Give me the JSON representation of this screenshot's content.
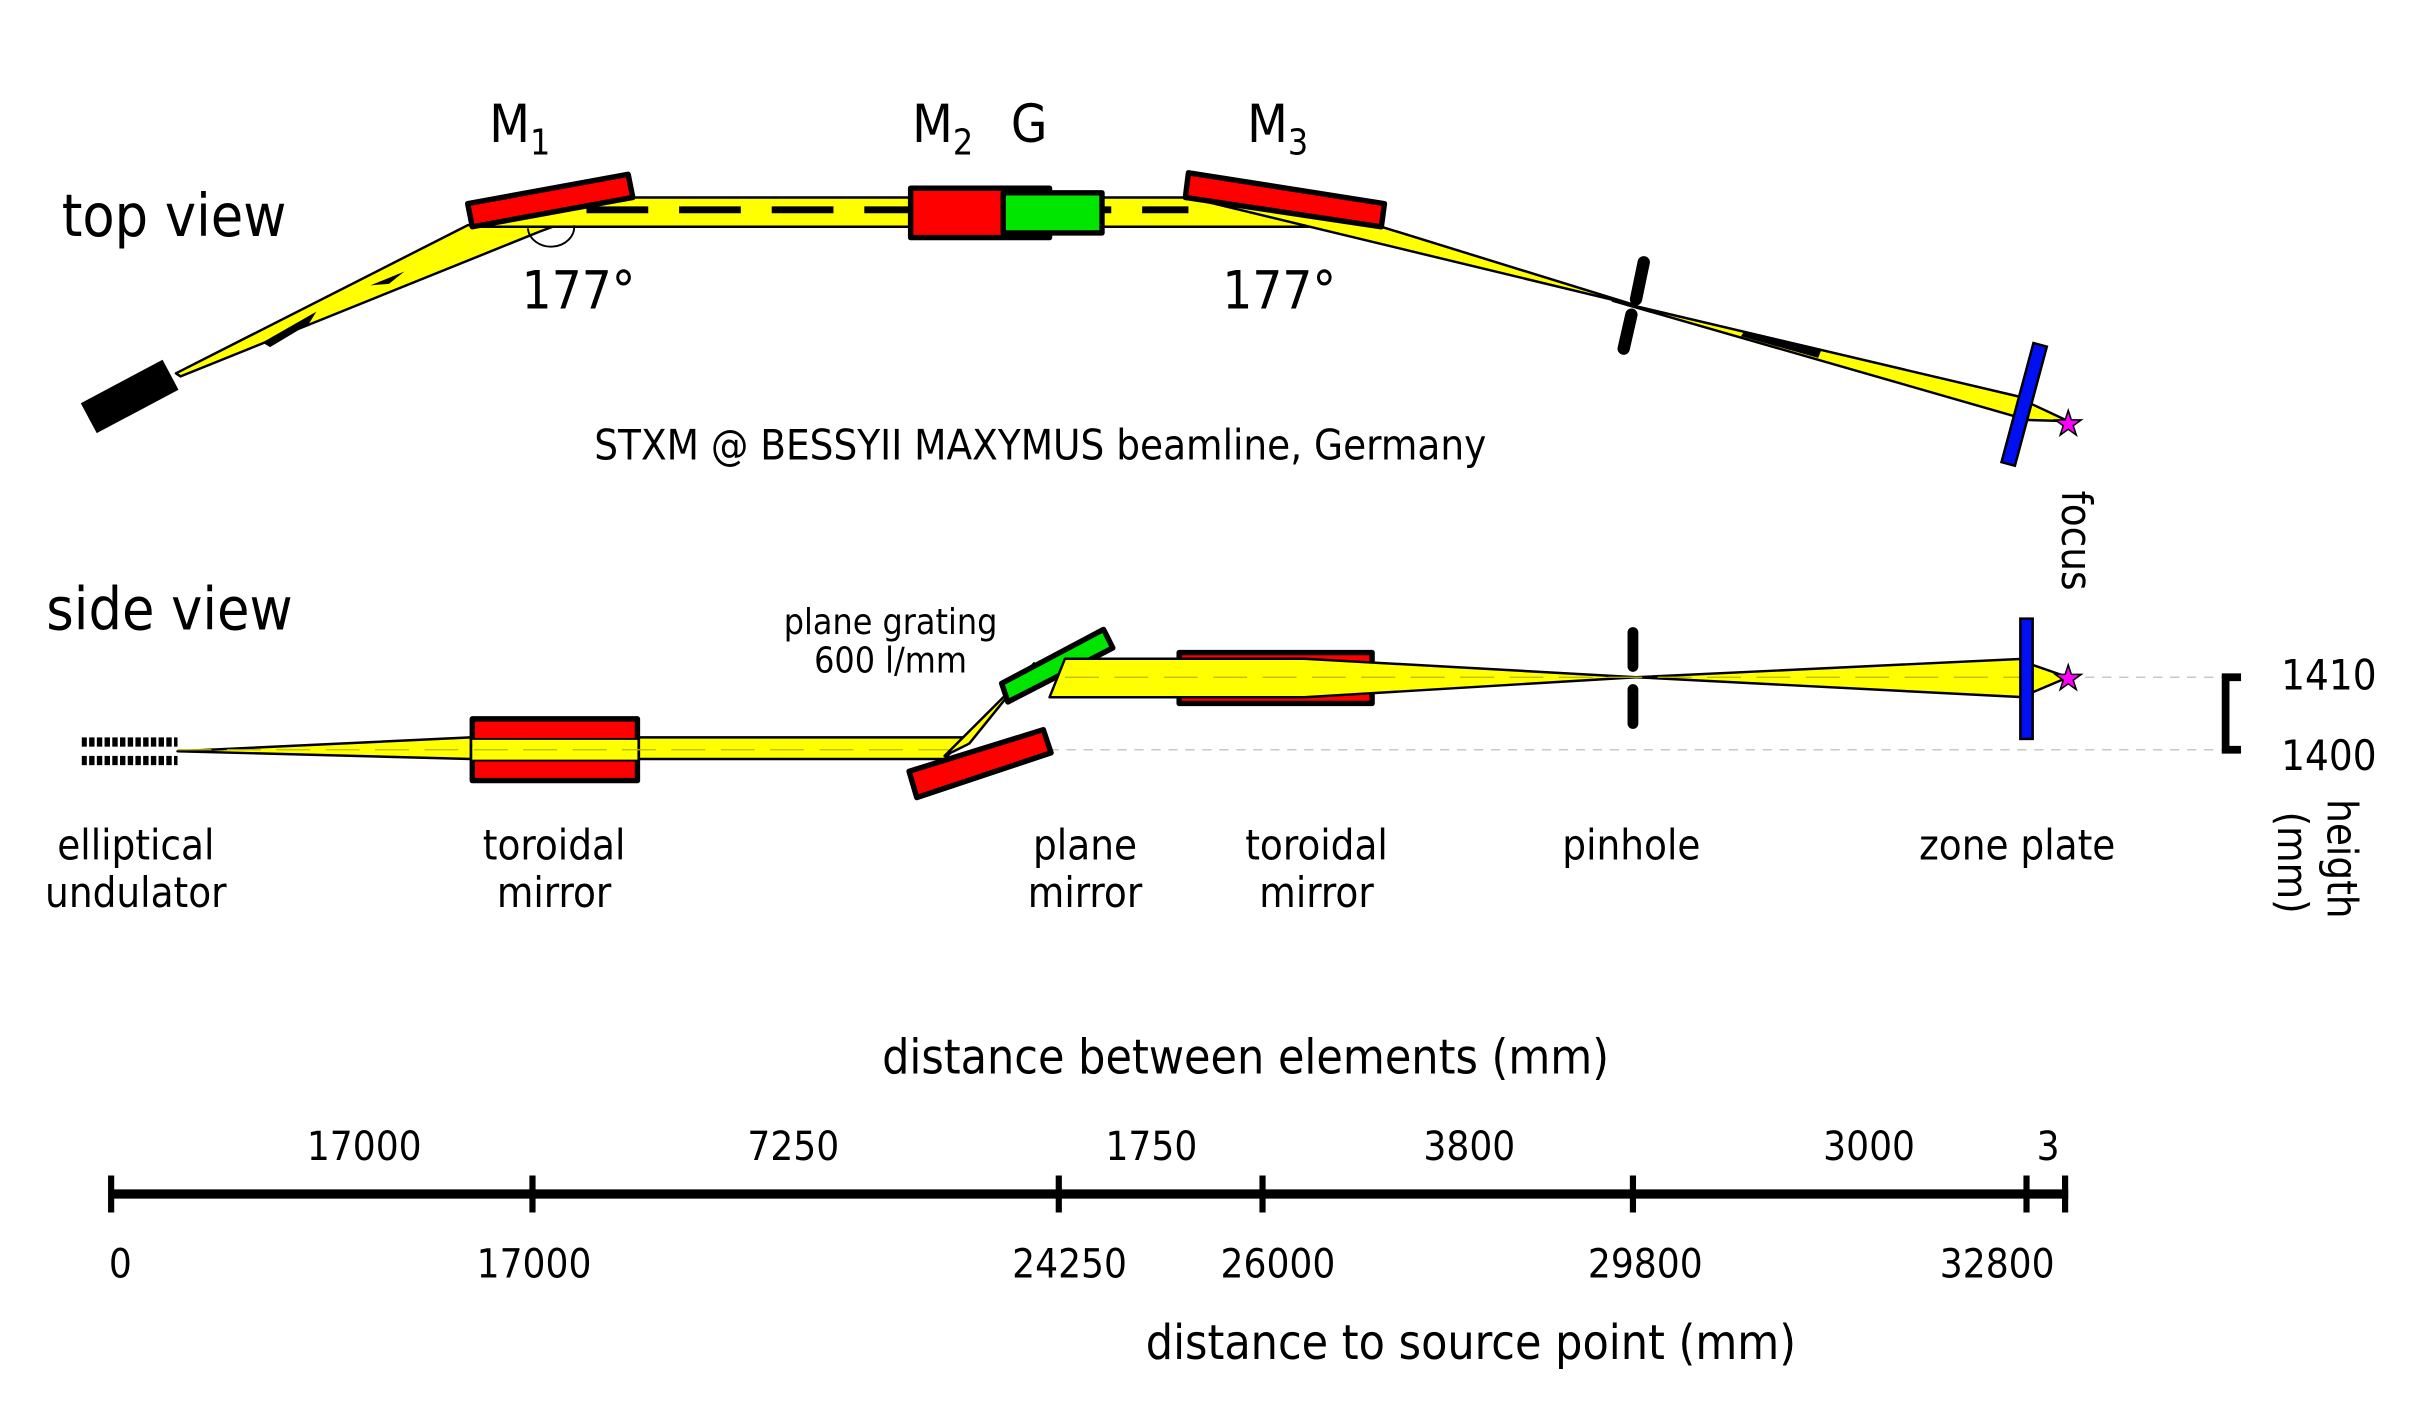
{
  "title": "STXM @ BESSYII MAXYMUS beamline, Germany",
  "top_view": {
    "heading": "top view",
    "labels": {
      "m1": "M",
      "m1_sub": "1",
      "m2": "M",
      "m2_sub": "2",
      "g": "G",
      "m3": "M",
      "m3_sub": "3"
    },
    "angle_m1": "177°",
    "angle_m3": "177°",
    "focus_label": "focus"
  },
  "side_view": {
    "heading": "side view",
    "grating_label_line1": "plane grating",
    "grating_label_line2": "600 l/mm",
    "elements": [
      {
        "line1": "elliptical",
        "line2": "undulator"
      },
      {
        "line1": "toroidal",
        "line2": "mirror"
      },
      {
        "line1": "plane",
        "line2": "mirror"
      },
      {
        "line1": "toroidal",
        "line2": "mirror"
      },
      {
        "line1": "pinhole",
        "line2": ""
      },
      {
        "line1": "zone plate",
        "line2": ""
      }
    ],
    "height_scale": {
      "upper": "1410",
      "lower": "1400",
      "label_line1": "heigth",
      "label_line2": "(mm)"
    }
  },
  "scale_bar": {
    "between_title": "distance between elements (mm)",
    "source_title": "distance to source point (mm)",
    "segments": [
      "17000",
      "7250",
      "1750",
      "3800",
      "3000",
      "3"
    ],
    "ticks": [
      "0",
      "17000",
      "24250",
      "26000",
      "29800",
      "32800"
    ]
  },
  "colors": {
    "beam": "#ffff00",
    "mirror": "#ff0000",
    "grating": "#00e600",
    "zone_plate": "#0010f0",
    "focus_star": "#ff00ff"
  },
  "chart_data": {
    "type": "table",
    "title": "STXM @ BESSYII MAXYMUS beamline, Germany",
    "elements": [
      "elliptical undulator",
      "toroidal mirror (M1)",
      "plane mirror (M2) / plane grating 600 l/mm (G)",
      "toroidal mirror (M3)",
      "pinhole",
      "zone plate",
      "focus"
    ],
    "distance_to_source_mm": [
      0,
      17000,
      24250,
      26000,
      29800,
      32800
    ],
    "distance_between_elements_mm": [
      17000,
      7250,
      1750,
      3800,
      3000,
      3
    ],
    "deflection_angles_deg": {
      "M1": 177,
      "M3": 177
    },
    "beam_height_mm": {
      "before_grating": 1400,
      "after_grating": 1410
    }
  }
}
